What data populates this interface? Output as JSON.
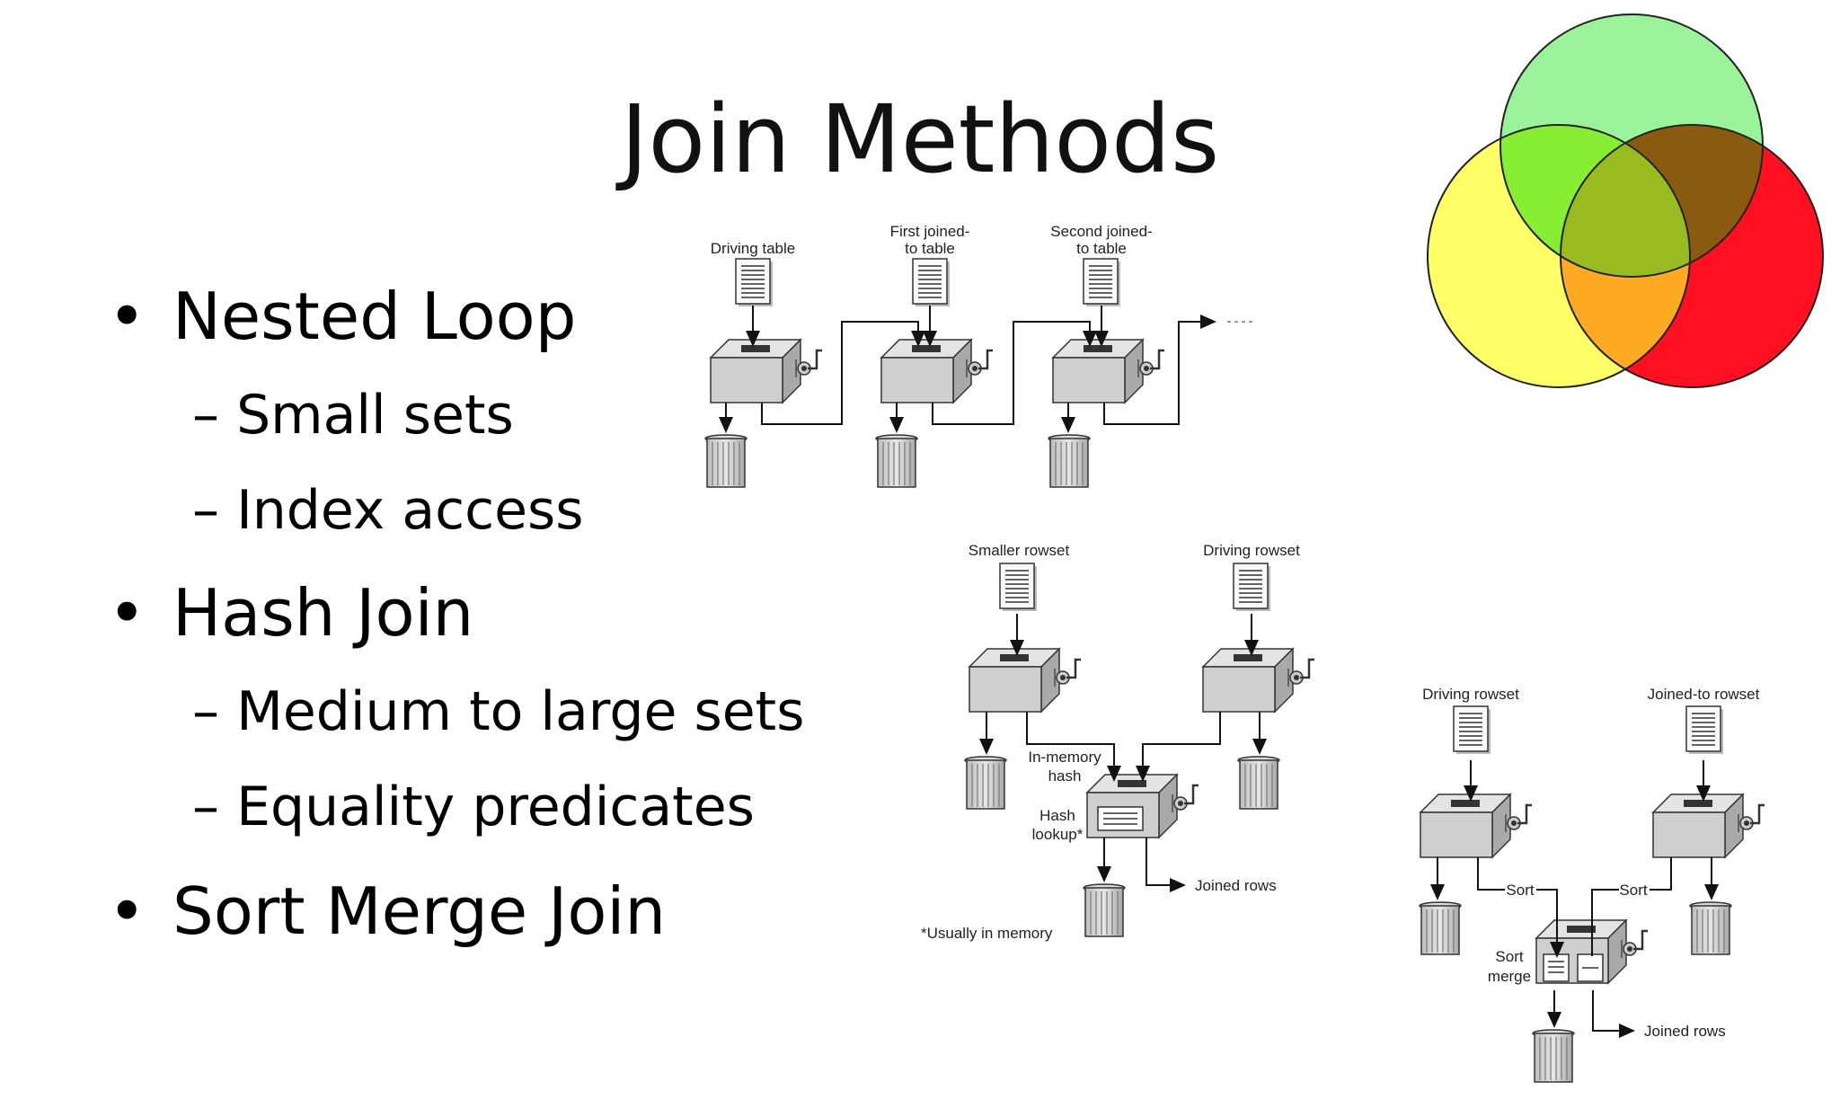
{
  "slide": {
    "title": "Join Methods",
    "bullets": [
      {
        "text": "Nested Loop",
        "sub": [
          "Small sets",
          "Index access"
        ]
      },
      {
        "text": "Hash Join",
        "sub": [
          "Medium to large sets",
          "Equality predicates"
        ]
      },
      {
        "text": "Sort Merge Join",
        "sub": []
      }
    ],
    "bullet_char": "•",
    "dash_char": "–"
  },
  "nested_loop_diagram": {
    "labels": {
      "driving_table": "Driving table",
      "first_joined_line1": "First joined-",
      "first_joined_line2": "to table",
      "second_joined_line1": "Second joined-",
      "second_joined_line2": "to table"
    }
  },
  "hash_join_diagram": {
    "labels": {
      "smaller_rowset": "Smaller rowset",
      "driving_rowset": "Driving rowset",
      "in_memory_line1": "In-memory",
      "in_memory_line2": "hash",
      "hash_lookup_line1": "Hash",
      "hash_lookup_line2": "lookup*",
      "joined_rows": "Joined rows",
      "footnote": "*Usually in memory"
    }
  },
  "sort_merge_diagram": {
    "labels": {
      "driving_rowset": "Driving rowset",
      "joined_to_rowset": "Joined-to rowset",
      "sort_left": "Sort",
      "sort_right": "Sort",
      "sort_merge_line1": "Sort",
      "sort_merge_line2": "merge",
      "joined_rows": "Joined rows"
    }
  },
  "venn": {
    "colors": {
      "green": "#9af29a",
      "yellow": "#ffff66",
      "red": "#ff1020",
      "overlap_gy": "#88ee33",
      "overlap_gr": "#8a5a10",
      "overlap_yr": "#ffaa22",
      "center": "#99bb22"
    }
  }
}
